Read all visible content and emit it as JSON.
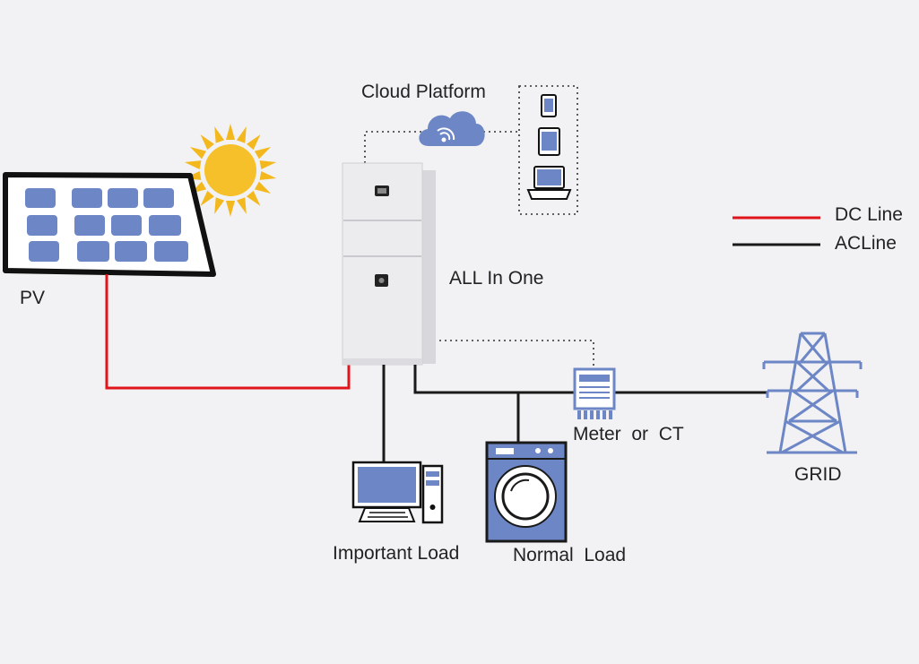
{
  "labels": {
    "pv": "PV",
    "cloud": "Cloud Platform",
    "all_in_one": "ALL In One",
    "meter": "Meter  or  CT",
    "grid": "GRID",
    "important_load": "Important Load",
    "normal_load": "Normal  Load"
  },
  "legend": [
    {
      "label": "DC Line",
      "color": "#e0141b"
    },
    {
      "label": "ACLine",
      "color": "#1a1a1a"
    }
  ],
  "colors": {
    "background": "#f2f2f4",
    "dc_line": "#e0141b",
    "ac_line": "#1a1a1a",
    "device_blue": "#6d86c6",
    "sun": "#f4b81f"
  },
  "icons": [
    "solar-panel-icon",
    "sun-icon",
    "cloud-icon",
    "phone-icon",
    "tablet-icon",
    "laptop-icon",
    "all-in-one-unit-icon",
    "meter-icon",
    "transmission-tower-icon",
    "desktop-computer-icon",
    "washing-machine-icon"
  ]
}
